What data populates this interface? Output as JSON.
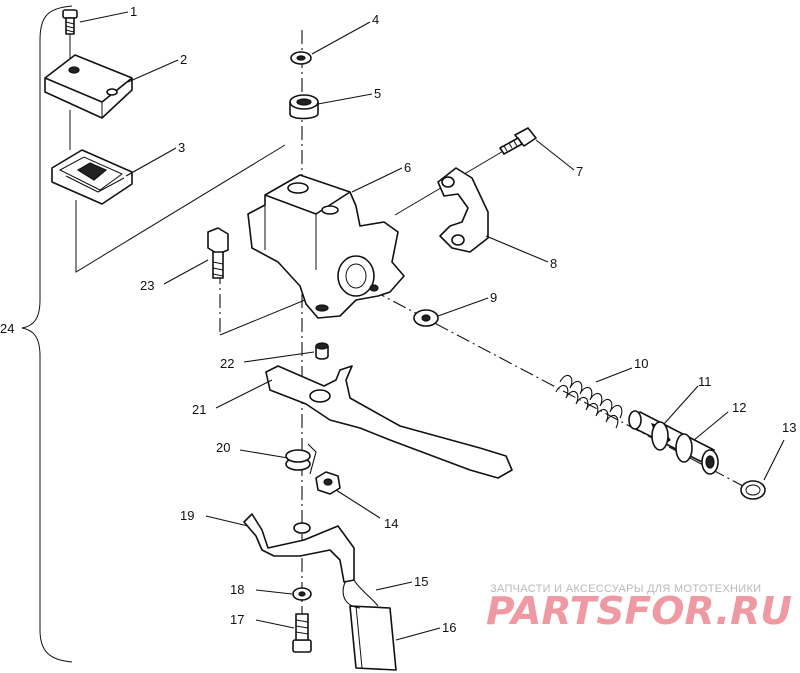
{
  "labels": {
    "1": "1",
    "2": "2",
    "3": "3",
    "4": "4",
    "5": "5",
    "6": "6",
    "7": "7",
    "8": "8",
    "9": "9",
    "10": "10",
    "11": "11",
    "12": "12",
    "13": "13",
    "14": "14",
    "15": "15",
    "16": "16",
    "17": "17",
    "18": "18",
    "19": "19",
    "20": "20",
    "21": "21",
    "22": "22",
    "23": "23",
    "24": "24"
  },
  "watermark": {
    "tagline": "ЗАПЧАСТИ И АКСЕССУАРЫ ДЛЯ МОТОТЕХНИКИ",
    "brand": "PARTSFOR.RU"
  },
  "colors": {
    "ink": "#111111",
    "watermark_gray": "#b9b9b9",
    "watermark_red": "#ef9aa3"
  }
}
